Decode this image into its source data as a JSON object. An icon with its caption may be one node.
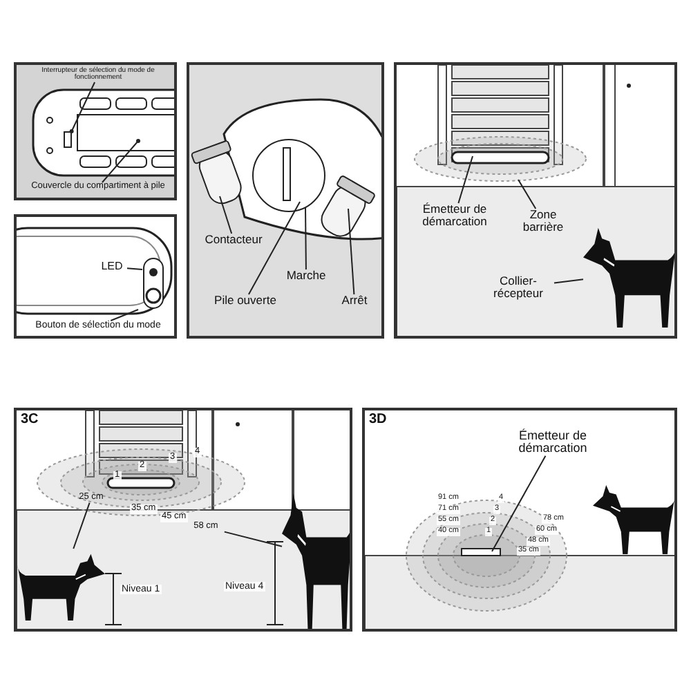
{
  "diagram": {
    "nodes": [
      {
        "text": [],
        "shape": "box"
      },
      {
        "text": [
          "Interrupteur de sélection du mode de fonctionnement"
        ],
        "in": 0
      },
      {
        "text": [
          "Couvercle du compartiment à pile"
        ],
        "in": 0
      },
      {
        "text": [],
        "shape": "box"
      },
      {
        "text": [
          "LED"
        ],
        "in": 3
      },
      {
        "text": [
          "Bouton de sélection du mode"
        ],
        "in": 3
      },
      {
        "text": [],
        "shape": "box"
      },
      {
        "text": [
          "Contacteur"
        ],
        "in": 6
      },
      {
        "text": [
          "Marche"
        ],
        "in": 6
      },
      {
        "text": [
          "Pile ouverte"
        ],
        "in": 6
      },
      {
        "text": [
          "Arrêt"
        ],
        "in": 6
      },
      {
        "text": [],
        "shape": "box"
      },
      {
        "text": [
          "Émetteur de démarcation"
        ],
        "in": 11
      },
      {
        "text": [
          "Zone barrière"
        ],
        "in": 11
      },
      {
        "text": [
          "Collier-récepteur"
        ],
        "in": 11
      },
      {
        "text": [],
        "shape": "picture",
        "in": 11
      },
      {
        "text": [
          "3C"
        ]
      },
      {
        "text": [
          "25 cm"
        ],
        "in": 16
      },
      {
        "text": [
          "58 cm"
        ],
        "in": 16
      },
      {
        "text": [],
        "shape": "picture",
        "in": 16
      },
      {
        "text": [],
        "shape": "picture",
        "in": 16
      },
      {
        "text": [
          "3D"
        ]
      },
      {
        "text": [
          "Émetteur de démarcation"
        ],
        "in": 21
      },
      {
        "text": [],
        "shape": "box",
        "in": 0
      }
    ],
    "edges": [
      {
        "from": 1,
        "to": 23,
        "arrow": "other"
      },
      {
        "from": 2,
        "to": null,
        "arrow": "other"
      },
      {
        "from": 4,
        "to": null,
        "arrow": "none"
      },
      {
        "from": 5,
        "to": null,
        "arrow": "none"
      },
      {
        "from": 7,
        "to": null,
        "arrow": "none"
      },
      {
        "from": 8,
        "to": null,
        "arrow": "none"
      },
      {
        "from": 9,
        "to": null,
        "arrow": "none"
      },
      {
        "from": 10,
        "to": null,
        "arrow": "none"
      },
      {
        "from": 12,
        "to": null,
        "arrow": "none"
      },
      {
        "from": 13,
        "to": null,
        "arrow": "none"
      },
      {
        "from": 14,
        "to": 15,
        "arrow": "none"
      },
      {
        "from": 17,
        "to": 19,
        "arrow": "none"
      },
      {
        "from": 18,
        "to": 20,
        "arrow": "none"
      },
      {
        "from": 22,
        "to": null,
        "arrow": "none"
      }
    ],
    "labels": [
      "1",
      "2",
      "3",
      "4",
      "35 cm",
      "45 cm",
      "Niveau 1",
      "Niveau 4",
      "91 cm",
      "4",
      "71 cm",
      "3",
      "55 cm",
      "2",
      "40 cm",
      "1",
      "78 cm",
      "60 cm",
      "48 cm",
      "35 cm"
    ]
  }
}
